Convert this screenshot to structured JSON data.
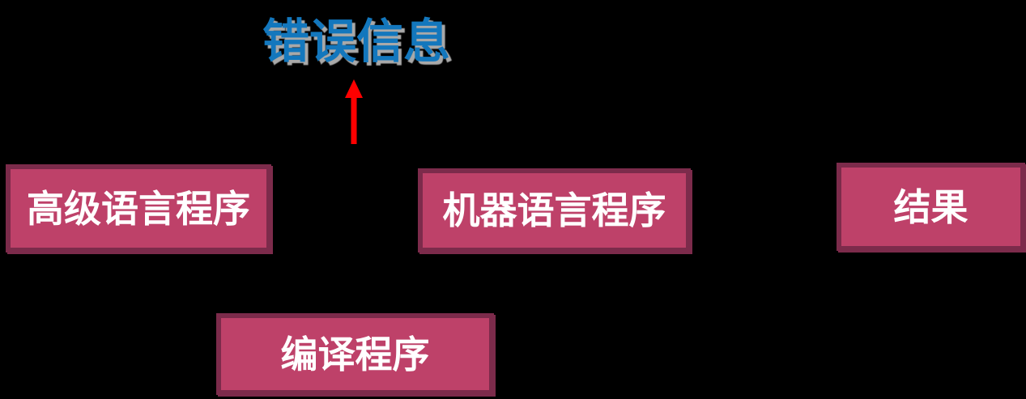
{
  "colors": {
    "background": "#000000",
    "box_fill": "#be4169",
    "box_border": "#7c2b4b",
    "box_text": "#ffffff",
    "title_text": "#1377bd",
    "title_shadow": "#a9a9a9",
    "arrow": "#ff0000"
  },
  "title": {
    "text": "错误信息"
  },
  "icons": {
    "arrow": "up-arrow-icon"
  },
  "boxes": [
    {
      "id": "high-level-language-program",
      "label": "高级语言程序"
    },
    {
      "id": "machine-language-program",
      "label": "机器语言程序"
    },
    {
      "id": "result",
      "label": "结果"
    },
    {
      "id": "compiler-program",
      "label": "编译程序"
    }
  ]
}
